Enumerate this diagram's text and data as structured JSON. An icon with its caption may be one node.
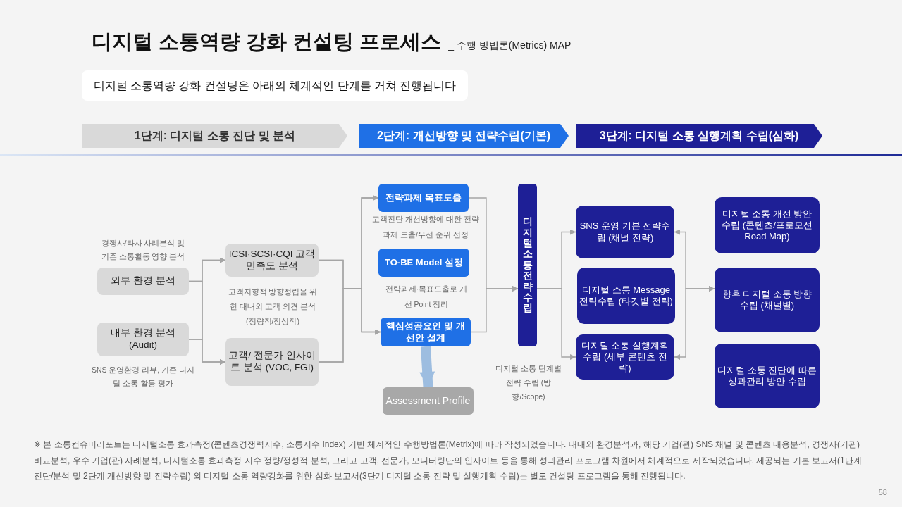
{
  "diagram": {
    "title": "디지털 소통역량 강화 컨설팅 프로세스",
    "nodes": [
      {
        "text": [
          "디지털 소통역량 강화 컨설팅은 아래의 체계적인 단계를 거쳐 진행됩니다"
        ]
      },
      {
        "text": [
          "1단계: 디지털 소통 진단 및 분석"
        ]
      },
      {
        "text": [
          "2단계: 개선방향 및 전략수립(기본)"
        ]
      },
      {
        "text": [
          "3단계: 디지털 소통 실행계획 수립(심화)"
        ]
      },
      {
        "text": [
          "외부 환경 분석"
        ],
        "beside": [
          "경쟁사/타사 사례분석 및 기존 소통활동 영향 분석"
        ]
      },
      {
        "text": [
          "내부 환경 분석 (Audit)"
        ],
        "beside": [
          "SNS 운영환경 리뷰, 기존 디지털 소통 활동 평가"
        ]
      },
      {
        "text": [
          "ICSI·SCSI·CQI 고객만족도 분석"
        ]
      },
      {
        "text": [
          "고객/ 전문가 인사이트 분석 (VOC, FGI)"
        ]
      },
      {
        "text": [
          "전략과제 목표도출"
        ]
      },
      {
        "text": [
          "TO-BE Model 설정"
        ]
      },
      {
        "text": [
          "핵심성공요인 및 개선안 설계"
        ]
      },
      {
        "text": [
          "Assessment Profile"
        ]
      },
      {
        "text": [
          "디지털 소통 전략수립"
        ]
      },
      {
        "text": [
          "SNS 운영 기본 전략수립 (채널 전략)"
        ]
      },
      {
        "text": [
          "디지털 소통 Message 전략수립 (타깃별 전략)"
        ]
      },
      {
        "text": [
          "디지털 소통 실행계획 수립 (세부 콘텐츠 전략)"
        ]
      },
      {
        "text": [
          "디지털 소통 개선 방안 수립 (콘텐츠/프로모션 Road Map)"
        ]
      },
      {
        "text": [
          "향후 디지털 소통 방향 수립 (채널별)"
        ]
      },
      {
        "text": [
          "디지털 소통 진단에 따른 성과관리 방안 수립"
        ]
      }
    ],
    "edges": [
      {
        "from": 4,
        "to": 6,
        "arrow": "to"
      },
      {
        "from": 4,
        "to": 7,
        "arrow": "to"
      },
      {
        "from": 5,
        "to": 6,
        "arrow": "to"
      },
      {
        "from": 5,
        "to": 7,
        "arrow": "to"
      },
      {
        "from": 6,
        "to": 8,
        "arrow": "to"
      },
      {
        "from": 6,
        "to": 10,
        "arrow": "to"
      },
      {
        "from": 7,
        "to": 8,
        "arrow": "to"
      },
      {
        "from": 7,
        "to": 10,
        "arrow": "to"
      },
      {
        "from": 8,
        "to": 12,
        "arrow": "to"
      },
      {
        "from": 10,
        "to": 12,
        "arrow": "to"
      },
      {
        "from": 12,
        "to": 13,
        "arrow": "to"
      },
      {
        "from": 12,
        "to": 15,
        "arrow": "to"
      },
      {
        "from": 13,
        "to": 17,
        "arrow": "both"
      },
      {
        "from": 15,
        "to": 17,
        "arrow": "both"
      },
      {
        "from": 10,
        "to": 11,
        "arrow": "to",
        "style": "thick",
        "color": "#9dbde0"
      }
    ],
    "labels": [
      "_ 수행 방법론(Metrics) MAP",
      "고객지향적 방향정립을 위한 대내외 고객 의견 분석 (정량적/정성적)",
      "고객진단·개선방향에 대한 전략과제 도출/우선 순위 선정",
      "전략과제·목표도출로 개선 Point 정리",
      "디지털 소통 단계별 전략 수립 (방향/Scope)",
      "※ 본 소통컨슈머리포트는 디지털소통 효과측정(콘텐츠경쟁력지수, 소통지수 Index) 기반 체계적인 수행방법론(Metrix)에 따라 작성되었습니다. 대내외 환경분석과, 해당 기업(관) SNS 채널 및 콘텐츠 내용분석, 경쟁사(기관) 비교분석, 우수 기업(관) 사례분석, 디지털소통 효과측정 지수 정량/정성적 분석, 그리고 고객, 전문가, 모니터링단의 인사이트 등을 통해 성과관리 프로그램 차원에서 체계적으로 제작되었습니다. 제공되는 기본 보고서(1단계 진단/분석 및 2단계 개선방향 및 전략수립) 외 디지털 소통 역량강화를 위한 심화 보고서(3단계 디지털 소통 전략 및 실행계획 수립)는 별도 컨설팅 프로그램을 통해 진행됩니다.",
      "58"
    ]
  }
}
